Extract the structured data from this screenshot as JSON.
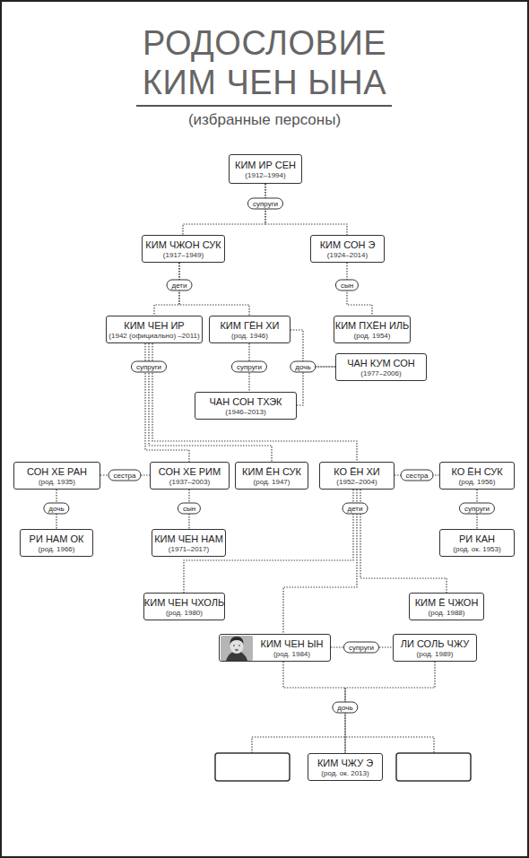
{
  "diagram": {
    "title": "РОДОСЛОВИЕ КИМ ЧЕН ЫНА",
    "caption": "(избранные персоны)",
    "nodes": [
      {
        "text": [
          "КИМ ИР СЕН",
          "(1912–1994)"
        ]
      },
      {
        "text": [
          "КИМ ЧЖОН СУК",
          "(1917–1949)"
        ]
      },
      {
        "text": [
          "КИМ СОН Э",
          "(1924–2014)"
        ]
      },
      {
        "text": [
          "КИМ ЧЕН ИР",
          "(1942 (официально) –2011)"
        ]
      },
      {
        "text": [
          "КИМ ГЁН ХИ",
          "(род. 1946)"
        ]
      },
      {
        "text": [
          "КИМ ПХЁН ИЛЬ",
          "(род. 1954)"
        ]
      },
      {
        "text": [
          "ЧАН КУМ СОН",
          "(1977–2006)"
        ]
      },
      {
        "text": [
          "ЧАН СОН ТХЭК",
          "(1946–2013)"
        ]
      },
      {
        "text": [
          "СОН ХЕ РАН",
          "(род. 1935)"
        ]
      },
      {
        "text": [
          "СОН ХЕ РИМ",
          "(1937–2003)"
        ]
      },
      {
        "text": [
          "КИМ ЁН СУК",
          "(род. 1947)"
        ]
      },
      {
        "text": [
          "КО ЁН ХИ",
          "(1952–2004)"
        ]
      },
      {
        "text": [
          "КО ЁН СУК",
          "(род. 1956)"
        ]
      },
      {
        "text": [
          "РИ НАМ ОК",
          "(род. 1966)"
        ]
      },
      {
        "text": [
          "КИМ ЧЕН НАМ",
          "(1971–2017)"
        ]
      },
      {
        "text": [
          "РИ КАН",
          "(род. ок. 1953)"
        ]
      },
      {
        "text": [
          "КИМ ЧЕН ЧХОЛЬ",
          "(род. 1980)"
        ]
      },
      {
        "text": [
          "КИМ Ё ЧЖОН",
          "(род. 1988)"
        ]
      },
      {
        "text": [
          "КИМ ЧЕН ЫН",
          "(род. 1984)"
        ]
      },
      {
        "text": [
          "ЛИ СОЛЬ ЧЖУ",
          "(род. 1989)"
        ]
      },
      {
        "text": [
          "КИМ ЧЖУ Э",
          "(род. ок. 2013)"
        ]
      }
    ],
    "edges": [
      {
        "from": 0,
        "to": 1,
        "label": "супруги",
        "arrow": "none"
      },
      {
        "from": 0,
        "to": 2,
        "arrow": "none"
      },
      {
        "from": 1,
        "to": 3,
        "label": "дети",
        "arrow": "none"
      },
      {
        "from": 1,
        "to": 4,
        "arrow": "none"
      },
      {
        "from": 2,
        "to": 5,
        "label": "сын",
        "arrow": "none"
      },
      {
        "from": 4,
        "to": 7,
        "label": "супруги",
        "arrow": "none"
      },
      {
        "from": 4,
        "to": 6,
        "label": "дочь",
        "arrow": "none"
      },
      {
        "from": 7,
        "to": 6,
        "arrow": "none"
      },
      {
        "from": 3,
        "to": 9,
        "label": "супруги",
        "arrow": "none"
      },
      {
        "from": 3,
        "to": 10,
        "arrow": "none"
      },
      {
        "from": 3,
        "to": 11,
        "arrow": "none"
      },
      {
        "from": 8,
        "to": 9,
        "label": "сестра",
        "arrow": "none"
      },
      {
        "from": 8,
        "to": 13,
        "label": "дочь",
        "arrow": "none"
      },
      {
        "from": 9,
        "to": 14,
        "label": "сын",
        "arrow": "none"
      },
      {
        "from": 11,
        "to": 12,
        "label": "сестра",
        "arrow": "none"
      },
      {
        "from": 12,
        "to": 15,
        "label": "супруги",
        "arrow": "none"
      },
      {
        "from": 11,
        "to": 16,
        "label": "дети",
        "arrow": "none"
      },
      {
        "from": 11,
        "to": 18,
        "arrow": "none"
      },
      {
        "from": 11,
        "to": 17,
        "arrow": "none"
      },
      {
        "from": 18,
        "to": 19,
        "label": "супруги",
        "arrow": "none"
      },
      {
        "from": 18,
        "to": 20,
        "label": "дочь",
        "arrow": "none"
      },
      {
        "from": 19,
        "to": 20,
        "arrow": "none"
      }
    ]
  }
}
